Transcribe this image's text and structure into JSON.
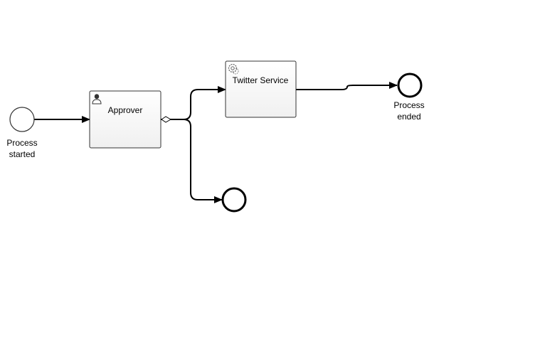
{
  "diagram": {
    "type": "bpmn-process",
    "nodes": {
      "start_event": {
        "label_line1": "Process",
        "label_line2": "started"
      },
      "approver_task": {
        "label": "Approver",
        "icon": "user-icon"
      },
      "twitter_service_task": {
        "label": "Twitter Service",
        "icon": "gear-icon"
      },
      "end_event_main": {
        "label_line1": "Process",
        "label_line2": "ended"
      },
      "end_event_rejected": {
        "label": ""
      }
    },
    "flows": [
      {
        "from": "start_event",
        "to": "approver_task"
      },
      {
        "from": "approver_task",
        "to": "twitter_service_task"
      },
      {
        "from": "approver_task",
        "to": "end_event_rejected"
      },
      {
        "from": "twitter_service_task",
        "to": "end_event_main"
      }
    ]
  }
}
